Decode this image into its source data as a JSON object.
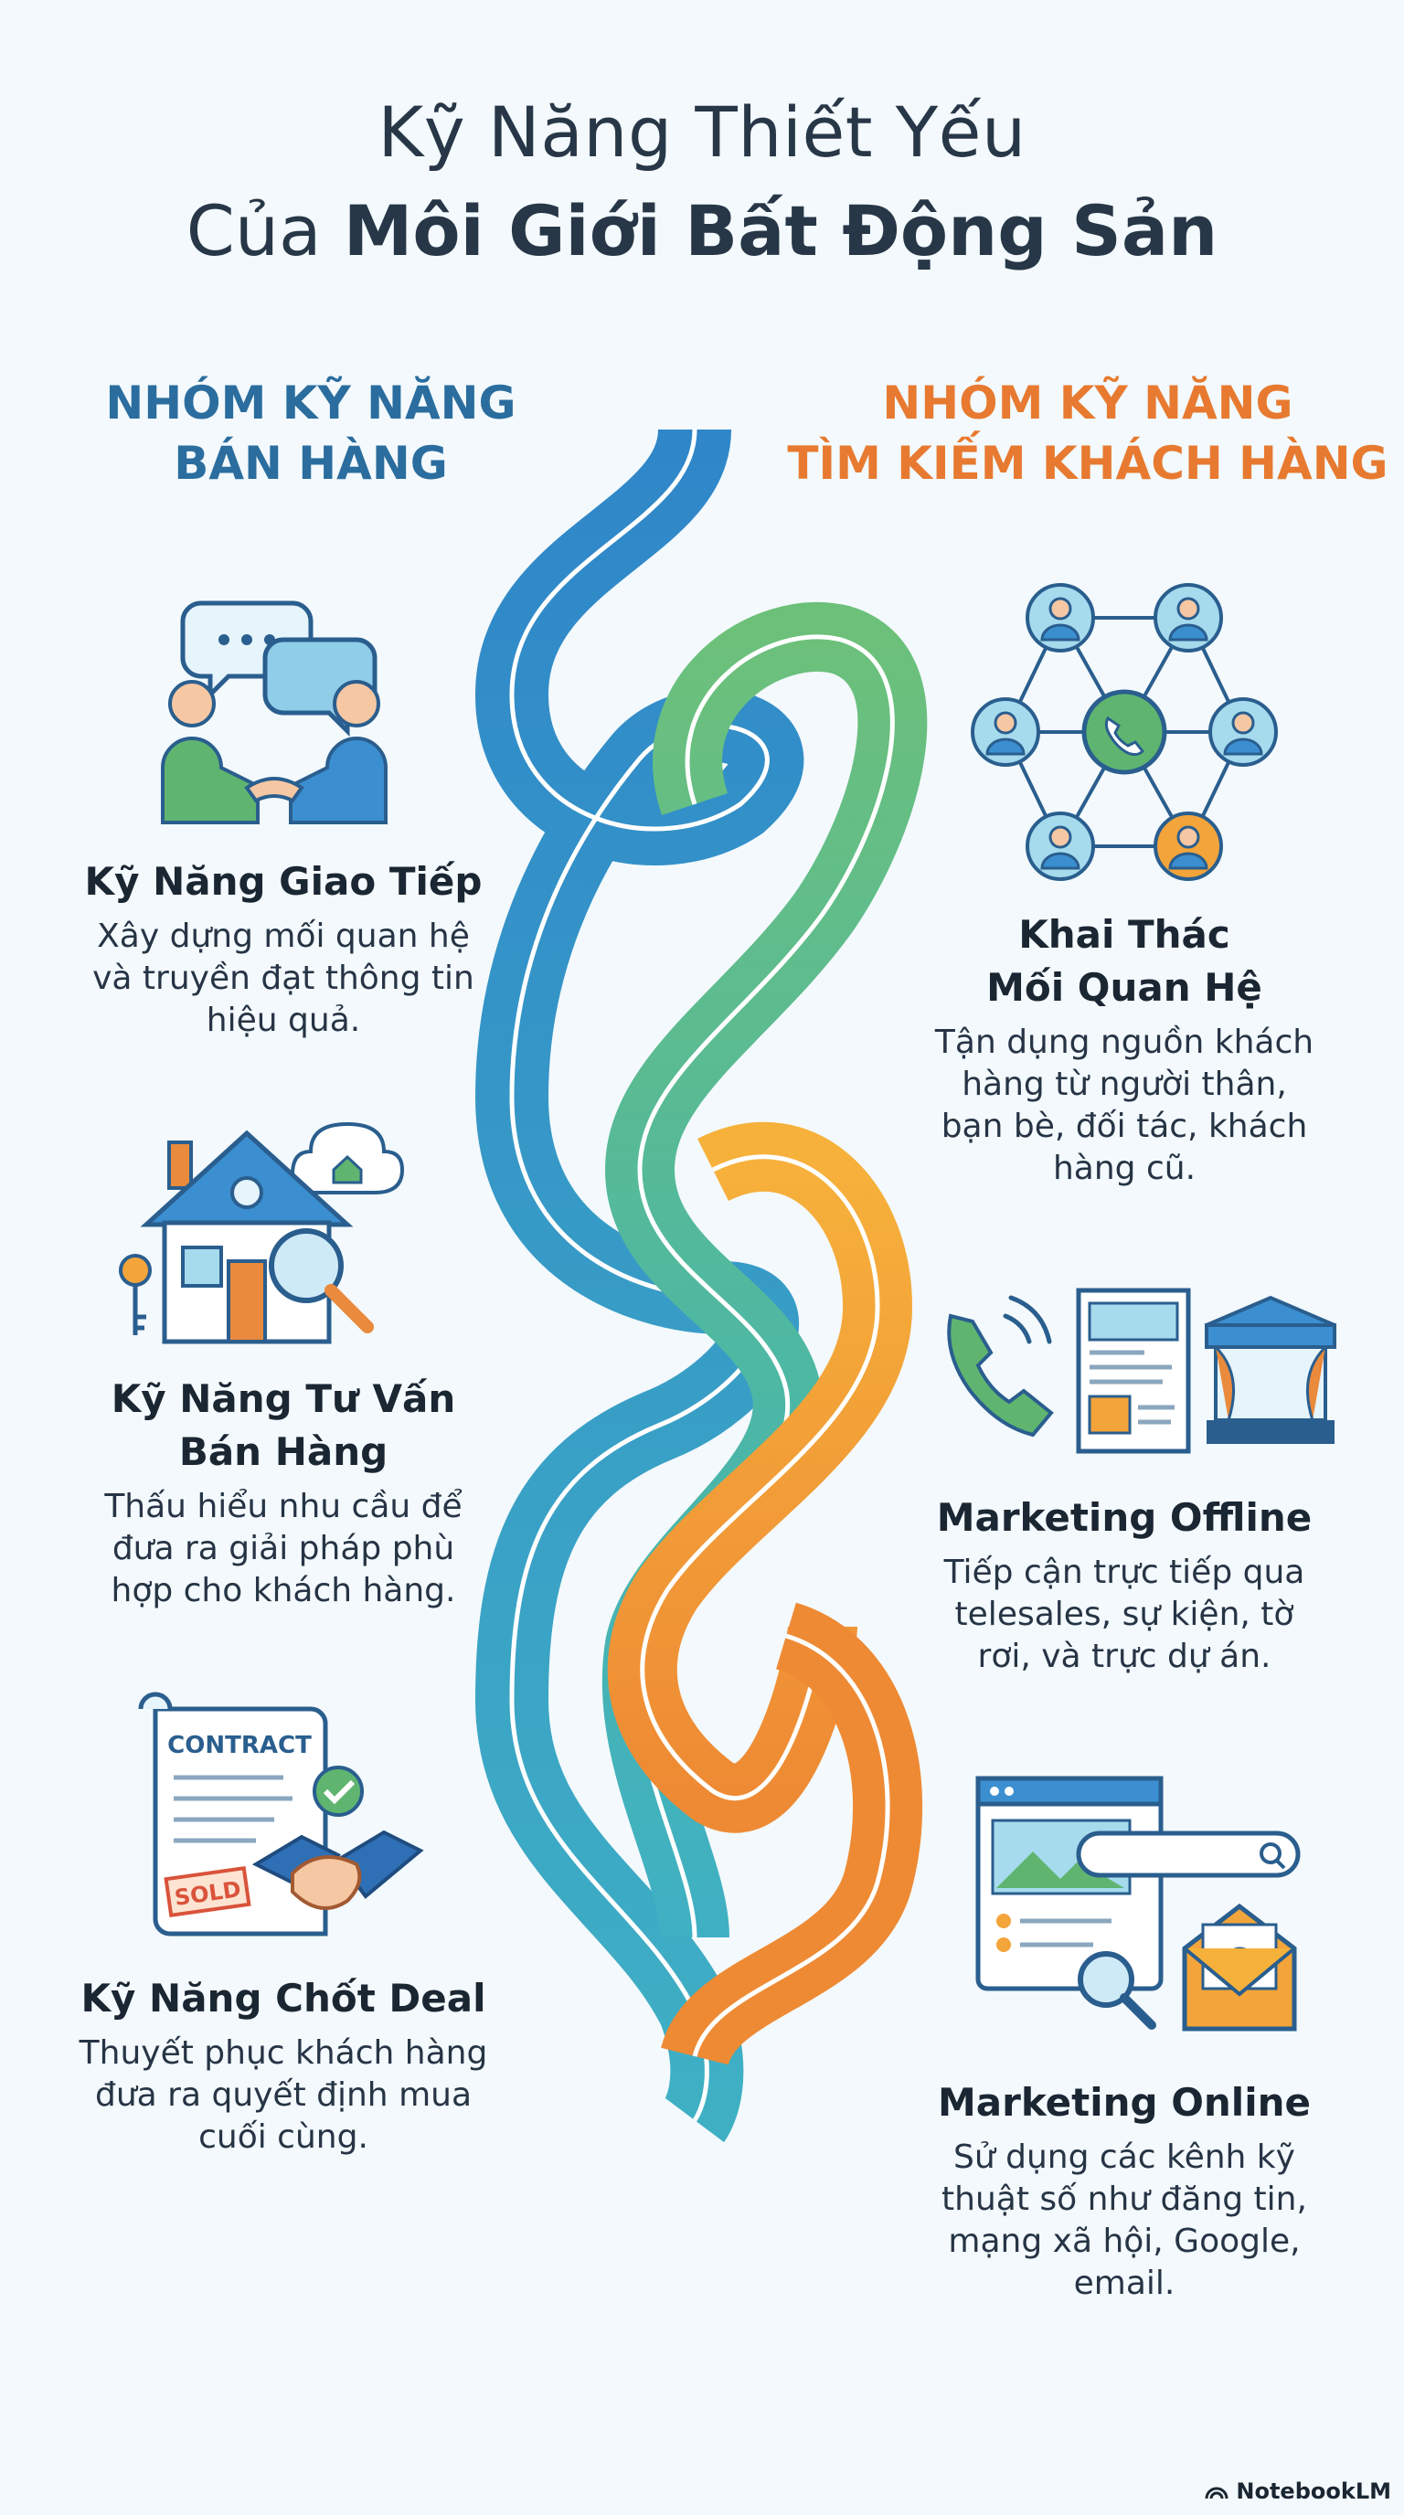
{
  "title": {
    "line1": "Kỹ Năng Thiết Yếu",
    "line2_prefix": "Của ",
    "line2_bold": "Môi Giới Bất Động Sản"
  },
  "groups": {
    "left": {
      "line1": "NHÓM KỸ NĂNG",
      "line2": "BÁN HÀNG",
      "color": "#2a6d9e"
    },
    "right": {
      "line1": "NHÓM KỸ NĂNG",
      "line2": "TÌM KIẾM KHÁCH HÀNG",
      "color": "#e77a30"
    }
  },
  "left_skills": [
    {
      "icon": "handshake-conversation-icon",
      "name_lines": [
        "Kỹ Năng Giao Tiếp"
      ],
      "desc_lines": [
        "Xây dựng mối quan hệ",
        "và truyền đạt thông tin",
        "hiệu quả."
      ]
    },
    {
      "icon": "house-search-icon",
      "name_lines": [
        "Kỹ Năng Tư Vấn",
        "Bán Hàng"
      ],
      "desc_lines": [
        "Thấu hiểu nhu cầu để",
        "đưa ra giải pháp phù",
        "hợp cho khách hàng."
      ]
    },
    {
      "icon": "contract-deal-icon",
      "contract_text": "CONTRACT",
      "sold_text": "SOLD",
      "name_lines": [
        "Kỹ Năng Chốt Deal"
      ],
      "desc_lines": [
        "Thuyết phục khách hàng",
        "đưa ra quyết định mua",
        "cuối cùng."
      ]
    }
  ],
  "right_skills": [
    {
      "icon": "network-people-icon",
      "name_lines": [
        "Khai Thác",
        "Mối Quan Hệ"
      ],
      "desc_lines": [
        "Tận dụng nguồn khách",
        "hàng từ người thân,",
        "bạn bè, đối tác, khách",
        "hàng cũ."
      ]
    },
    {
      "icon": "offline-marketing-icon",
      "name_lines": [
        "Marketing Offline"
      ],
      "desc_lines": [
        "Tiếp cận trực tiếp qua",
        "telesales, sự kiện, tờ",
        "rơi, và trực dự án."
      ]
    },
    {
      "icon": "online-marketing-icon",
      "name_lines": [
        "Marketing Online"
      ],
      "desc_lines": [
        "Sử dụng các kênh kỹ",
        "thuật số như đăng tin,",
        "mạng xã hội, Google,",
        "email."
      ]
    }
  ],
  "colors": {
    "blue": "#3b8fd0",
    "teal": "#3fb0c4",
    "green": "#6cc07a",
    "orange": "#f3a43a",
    "dark_orange": "#ee8a34"
  },
  "brand": "NotebookLM"
}
